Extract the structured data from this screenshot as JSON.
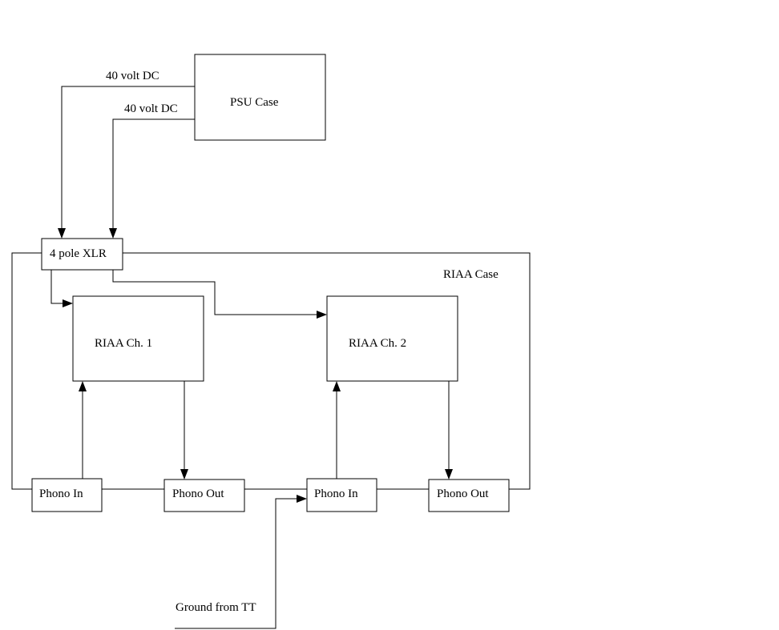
{
  "diagram": {
    "psu_case": "PSU Case",
    "supply_1": "40 volt DC",
    "supply_2": "40 volt DC",
    "xlr": "4 pole XLR",
    "riaa_case": "RIAA Case",
    "riaa_ch1": "RIAA Ch. 1",
    "riaa_ch2": "RIAA Ch. 2",
    "phono_in_1": "Phono In",
    "phono_out_1": "Phono Out",
    "phono_in_2": "Phono In",
    "phono_out_2": "Phono Out",
    "ground": "Ground from TT"
  }
}
